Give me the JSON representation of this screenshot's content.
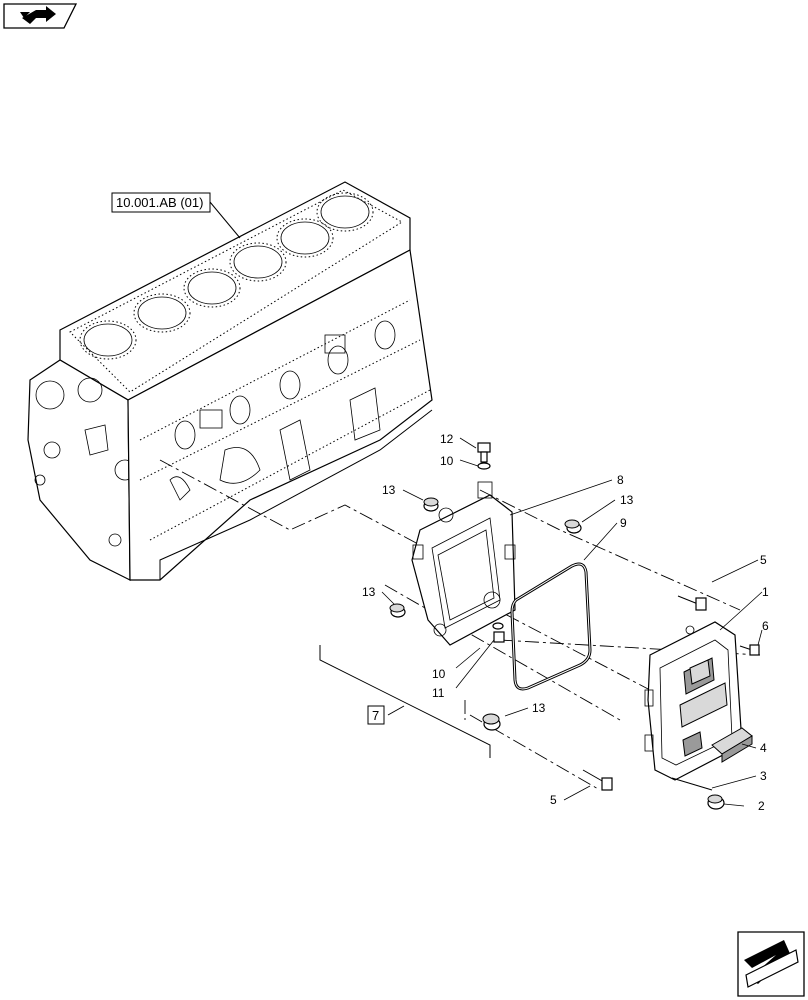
{
  "corner_icons": {
    "top_left": "book-arrow-icon",
    "bottom_right": "next-page-arrow-icon"
  },
  "reference_labels": {
    "engine_block_ref": "10.001.AB (01)",
    "group_ref": "7"
  },
  "callouts": {
    "c1": "1",
    "c2": "2",
    "c3": "3",
    "c4": "4",
    "c5_top": "5",
    "c5_bottom": "5",
    "c6": "6",
    "c8": "8",
    "c9": "9",
    "c10_top": "10",
    "c10_bottom": "10",
    "c11": "11",
    "c12": "12",
    "c13_left_top": "13",
    "c13_right_top": "13",
    "c13_left_mid": "13",
    "c13_bottom": "13"
  }
}
